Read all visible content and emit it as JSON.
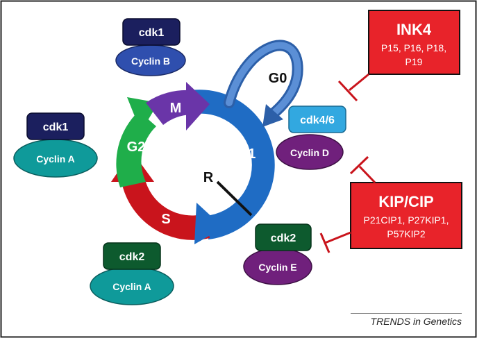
{
  "phases": {
    "m": "M",
    "g1": "G1",
    "g2": "G2",
    "s": "S",
    "g0": "G0",
    "r": "R"
  },
  "complexes": {
    "cdk1_cyclin_b": {
      "cdk": "cdk1",
      "cyclin": "Cyclin B"
    },
    "cdk1_cyclin_a": {
      "cdk": "cdk1",
      "cyclin": "Cyclin A"
    },
    "cdk2_cyclin_a": {
      "cdk": "cdk2",
      "cyclin": "Cyclin A"
    },
    "cdk46_cyclin_d": {
      "cdk": "cdk4/6",
      "cyclin": "Cyclin D"
    },
    "cdk2_cyclin_e": {
      "cdk": "cdk2",
      "cyclin": "Cyclin E"
    }
  },
  "inhibitors": {
    "ink4": {
      "title": "INK4",
      "line1": "P15, P16, P18,",
      "line2": "P19"
    },
    "kipcip": {
      "title": "KIP/CIP",
      "line1": "P21CIP1, P27KIP1,",
      "line2": "P57KIP2"
    }
  },
  "colors": {
    "m": "#6a35a8",
    "g1": "#1f6cc4",
    "g2": "#1fae4a",
    "s": "#c9141c",
    "cdk_dark": "#1b1f5e",
    "cdk_green": "#0d5a2e",
    "cdk_light": "#32a8e0",
    "cyclin_blue": "#2f4fae",
    "cyclin_teal": "#0f9a9a",
    "cyclin_purple": "#70207c",
    "inhibitor": "#e8232a",
    "inhibit_line": "#c9141c"
  },
  "footer": "TRENDS in Genetics"
}
